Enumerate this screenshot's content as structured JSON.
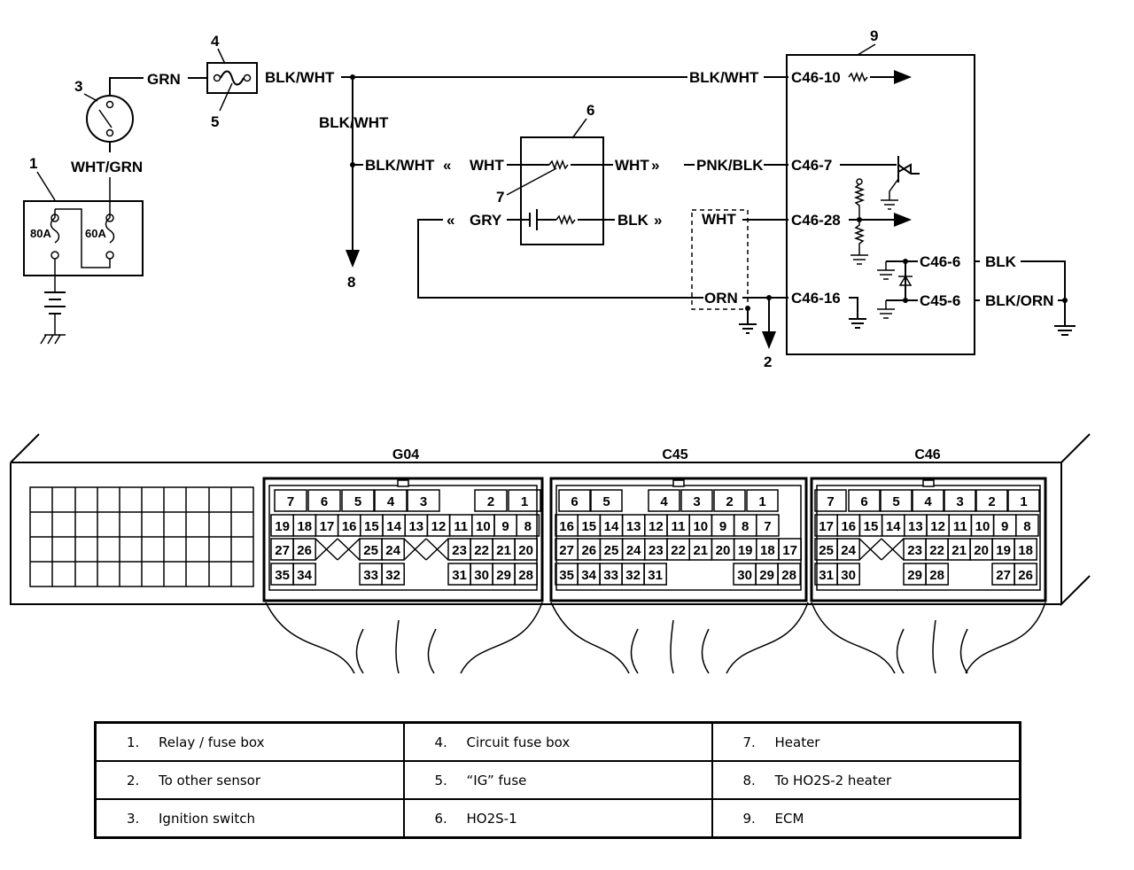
{
  "wire_labels": {
    "grn": "GRN",
    "blk_wht_top": "BLK/WHT",
    "blk_wht_mid": "BLK/WHT",
    "blk_wht_right": "BLK/WHT",
    "blk_wht_branch": "BLK/WHT",
    "wht_grn": "WHT/GRN",
    "wht_a": "WHT",
    "wht_b": "WHT",
    "pnk_blk": "PNK/BLK",
    "gry": "GRY",
    "blk": "BLK",
    "wht_c": "WHT",
    "orn": "ORN",
    "blk_right": "BLK",
    "blk_orn": "BLK/ORN"
  },
  "fuse_ratings": {
    "a": "80A",
    "b": "60A"
  },
  "terminals": {
    "t1": "C46-10",
    "t2": "C46-7",
    "t3": "C46-28",
    "t4": "C46-6",
    "t5": "C46-16",
    "t6": "C45-6"
  },
  "callouts": {
    "c1": "1",
    "c2": "2",
    "c3": "3",
    "c4": "4",
    "c5": "5",
    "c6": "6",
    "c7": "7",
    "c8": "8",
    "c9": "9"
  },
  "connectors": {
    "g04": {
      "name": "G04",
      "row1": [
        "7",
        "6",
        "5",
        "4",
        "3",
        "2",
        "1"
      ],
      "row2": [
        "19",
        "18",
        "17",
        "16",
        "15",
        "14",
        "13",
        "12",
        "11",
        "10",
        "9",
        "8"
      ],
      "row3": [
        "27",
        "26",
        "25",
        "24",
        "23",
        "22",
        "21",
        "20"
      ],
      "row4": [
        "35",
        "34",
        "33",
        "32",
        "31",
        "30",
        "29",
        "28"
      ]
    },
    "c45": {
      "name": "C45",
      "row1": [
        "6",
        "5",
        "4",
        "3",
        "2",
        "1"
      ],
      "row2": [
        "16",
        "15",
        "14",
        "13",
        "12",
        "11",
        "10",
        "9",
        "8",
        "7"
      ],
      "row3": [
        "27",
        "26",
        "25",
        "24",
        "23",
        "22",
        "21",
        "20",
        "19",
        "18",
        "17"
      ],
      "row4": [
        "35",
        "34",
        "33",
        "32",
        "31",
        "30",
        "29",
        "28"
      ]
    },
    "c46": {
      "name": "C46",
      "row1": [
        "7",
        "6",
        "5",
        "4",
        "3",
        "2",
        "1"
      ],
      "row2": [
        "17",
        "16",
        "15",
        "14",
        "13",
        "12",
        "11",
        "10",
        "9",
        "8"
      ],
      "row3": [
        "25",
        "24",
        "23",
        "22",
        "21",
        "20",
        "19",
        "18"
      ],
      "row4": [
        "31",
        "30",
        "29",
        "28",
        "27",
        "26"
      ]
    }
  },
  "legend": [
    [
      {
        "n": "1.",
        "t": "Relay / fuse box"
      },
      {
        "n": "4.",
        "t": "Circuit fuse box"
      },
      {
        "n": "7.",
        "t": "Heater"
      }
    ],
    [
      {
        "n": "2.",
        "t": "To other sensor"
      },
      {
        "n": "5.",
        "t": "“IG” fuse"
      },
      {
        "n": "8.",
        "t": "To HO2S-2 heater"
      }
    ],
    [
      {
        "n": "3.",
        "t": "Ignition switch"
      },
      {
        "n": "6.",
        "t": "HO2S-1"
      },
      {
        "n": "9.",
        "t": "ECM"
      }
    ]
  ]
}
